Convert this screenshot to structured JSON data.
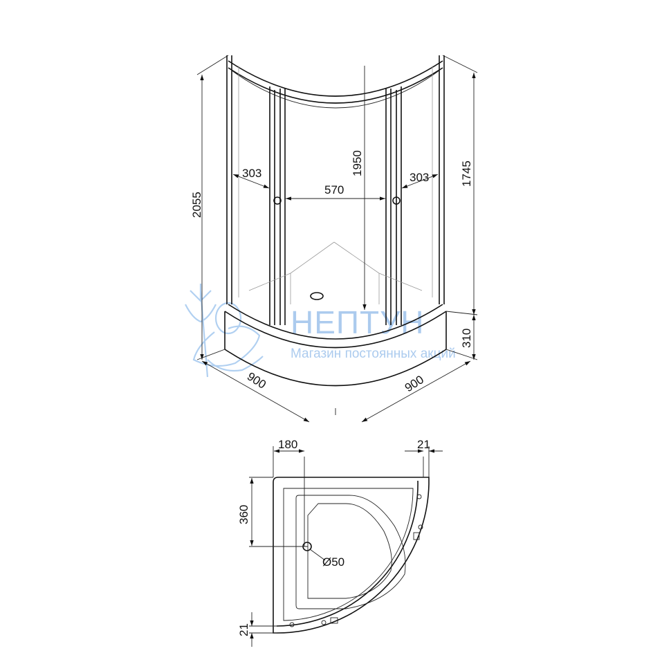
{
  "iso_view": {
    "height_total": "2055",
    "height_door": "1950",
    "height_cabin": "1745",
    "height_tray": "310",
    "door_left_width": "303",
    "door_right_width": "303",
    "entrance_width": "570",
    "side_left": "900",
    "side_right": "900"
  },
  "plan_view": {
    "drain_offset_x": "180",
    "drain_offset_y": "360",
    "drain_diameter": "Ø50",
    "profile_top": "21",
    "profile_bottom": "21"
  },
  "watermark": {
    "brand": "НЕПТУН",
    "slogan": "Магазин постоянных акций"
  }
}
